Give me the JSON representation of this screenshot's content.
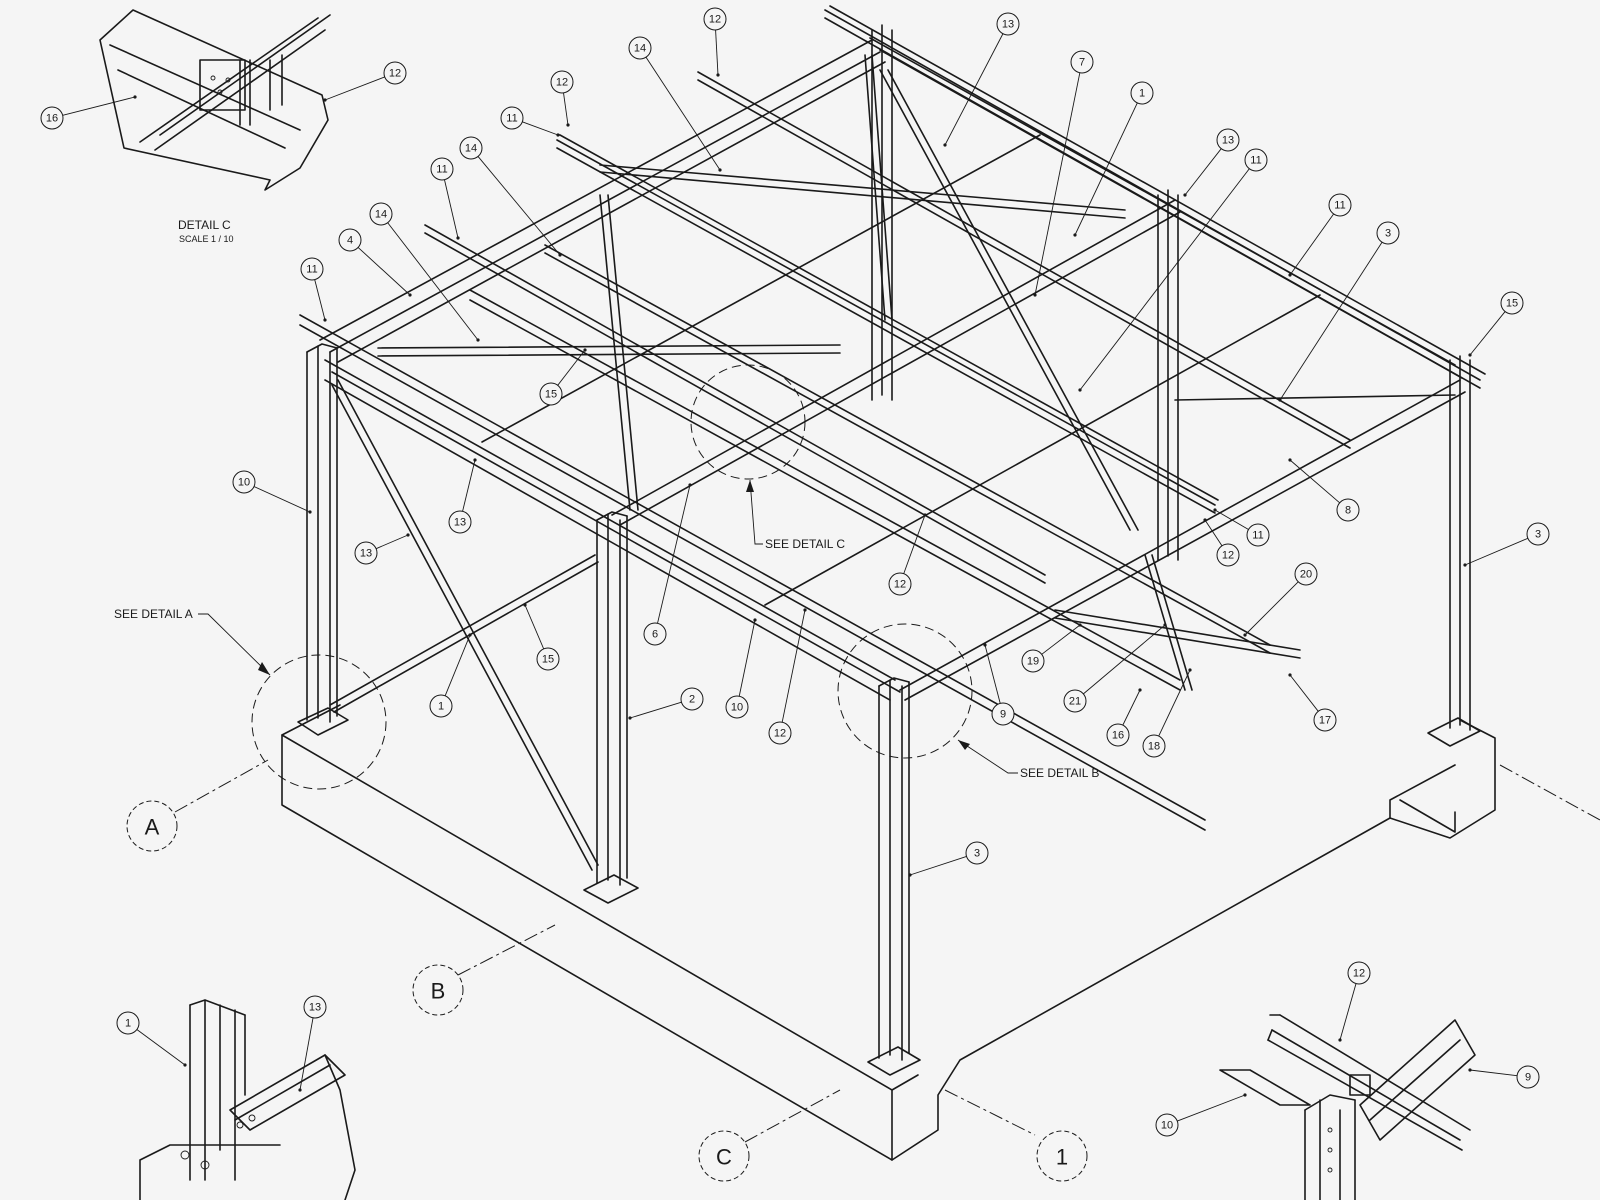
{
  "detail_c": {
    "title": "DETAIL  C",
    "scale": "SCALE 1 / 10"
  },
  "callouts": {
    "see_detail_a": "SEE DETAIL A",
    "see_detail_b": "SEE DETAIL B",
    "see_detail_c": "SEE DETAIL C"
  },
  "grid_bubbles": {
    "a": "A",
    "b": "B",
    "c": "C",
    "one": "1"
  },
  "part_bubbles": [
    "16",
    "12",
    "12",
    "14",
    "12",
    "11",
    "11",
    "14",
    "4",
    "11",
    "14",
    "13",
    "15",
    "7",
    "1",
    "13",
    "11",
    "11",
    "3",
    "15",
    "1",
    "10",
    "13",
    "13",
    "15",
    "6",
    "2",
    "10",
    "12",
    "12",
    "9",
    "19",
    "21",
    "16",
    "18",
    "20",
    "17",
    "11",
    "12",
    "8",
    "3",
    "3",
    "1",
    "13",
    "12",
    "9",
    "10"
  ]
}
